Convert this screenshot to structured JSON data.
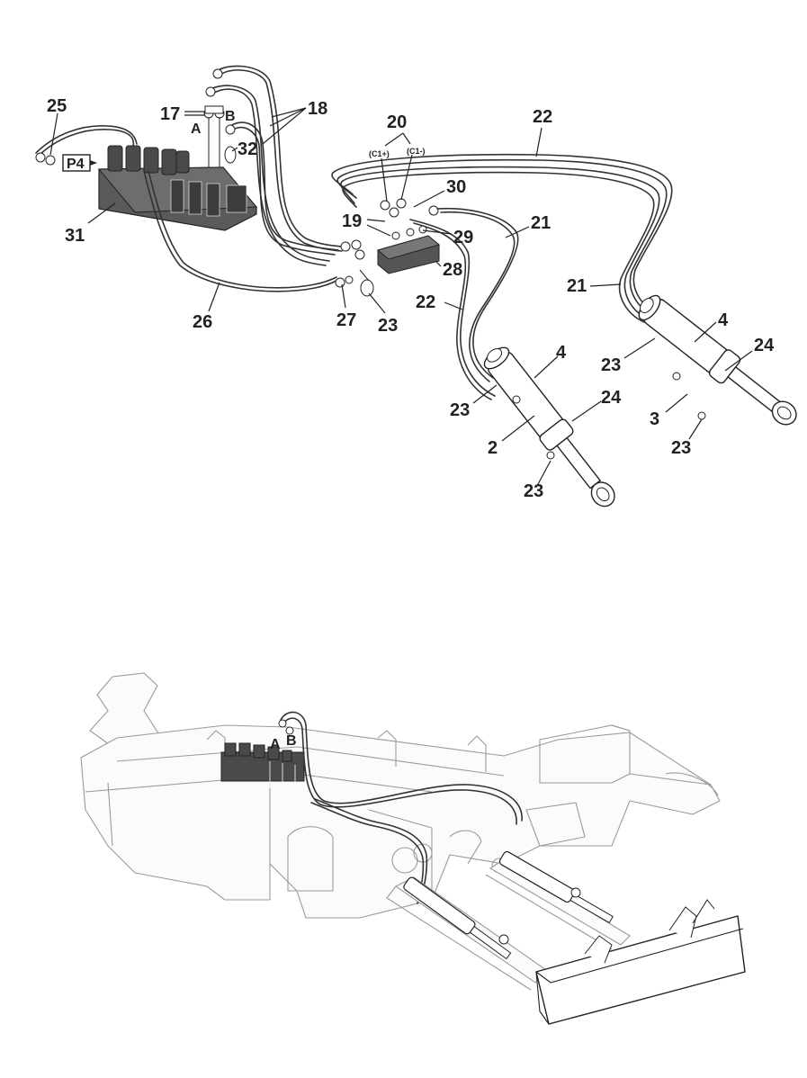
{
  "callouts": {
    "c25": "25",
    "c17": "17",
    "cA_top": "A",
    "cB_top": "B",
    "c18": "18",
    "c32": "32",
    "c31": "31",
    "c26": "26",
    "c27": "27",
    "c23_valve": "23",
    "c20": "20",
    "c_c1plus": "(C1+)",
    "c_c1minus": "(C1-)",
    "c22_top": "22",
    "c30": "30",
    "c19": "19",
    "c29": "29",
    "c21_mid": "21",
    "c28": "28",
    "c22_mid": "22",
    "c21_right": "21",
    "c4_right": "4",
    "c24_right": "24",
    "c23_right_a": "23",
    "c3": "3",
    "c23_right_b": "23",
    "c4_left": "4",
    "c24_left": "24",
    "c23_left_a": "23",
    "c2": "2",
    "c23_left_b": "23",
    "c_p4": "P4",
    "cA_bottom": "A",
    "cB_bottom": "B"
  },
  "colors": {
    "ink": "#222222",
    "frame": "#9a9a9a",
    "block": "#4a4a4a"
  }
}
